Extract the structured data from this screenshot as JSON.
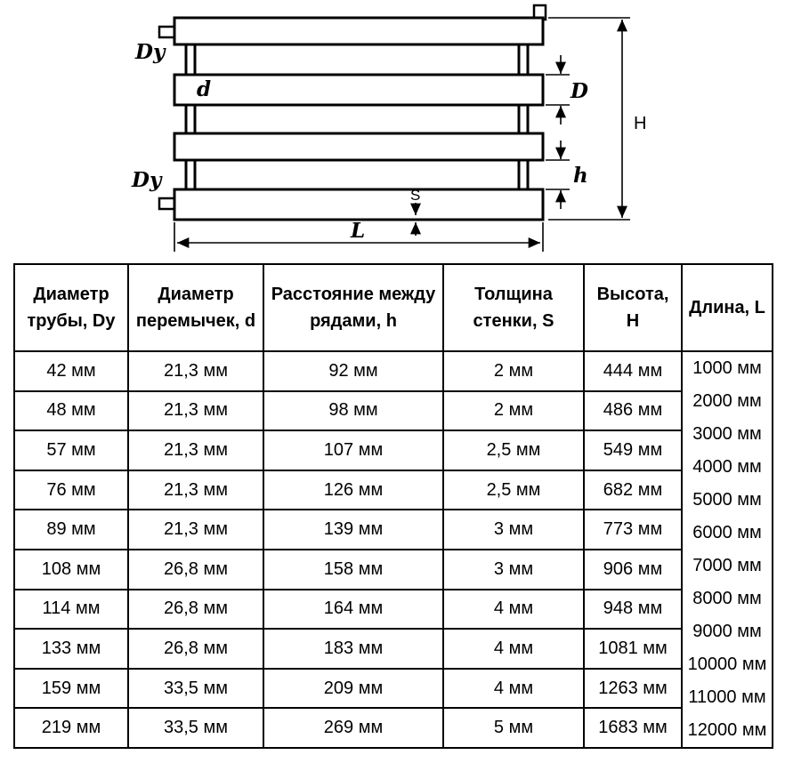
{
  "diagram": {
    "labels": {
      "Dy_top": "Dy",
      "Dy_bottom": "Dy",
      "d": "d",
      "D": "D",
      "H": "H",
      "h": "h",
      "S": "S",
      "L": "L"
    }
  },
  "table": {
    "headers": [
      "Диаметр\nтрубы, Dy",
      "Диаметр\nперемычек, d",
      "Расстояние между\nрядами, h",
      "Толщина\nстенки, S",
      "Высота, H",
      "Длина, L"
    ],
    "rows": [
      [
        "42 мм",
        "21,3 мм",
        "92 мм",
        "2 мм",
        "444 мм"
      ],
      [
        "48 мм",
        "21,3 мм",
        "98 мм",
        "2 мм",
        "486 мм"
      ],
      [
        "57 мм",
        "21,3 мм",
        "107 мм",
        "2,5 мм",
        "549 мм"
      ],
      [
        "76 мм",
        "21,3 мм",
        "126 мм",
        "2,5 мм",
        "682 мм"
      ],
      [
        "89 мм",
        "21,3 мм",
        "139 мм",
        "3 мм",
        "773 мм"
      ],
      [
        "108 мм",
        "26,8 мм",
        "158 мм",
        "3 мм",
        "906 мм"
      ],
      [
        "114 мм",
        "26,8 мм",
        "164 мм",
        "4 мм",
        "948 мм"
      ],
      [
        "133 мм",
        "26,8 мм",
        "183 мм",
        "4 мм",
        "1081 мм"
      ],
      [
        "159 мм",
        "33,5 мм",
        "209 мм",
        "4 мм",
        "1263 мм"
      ],
      [
        "219 мм",
        "33,5 мм",
        "269 мм",
        "5 мм",
        "1683 мм"
      ]
    ],
    "length_values": [
      "1000 мм",
      "2000 мм",
      "3000 мм",
      "4000 мм",
      "5000 мм",
      "6000 мм",
      "7000 мм",
      "8000 мм",
      "9000 мм",
      "10000 мм",
      "11000 мм",
      "12000 мм"
    ]
  }
}
